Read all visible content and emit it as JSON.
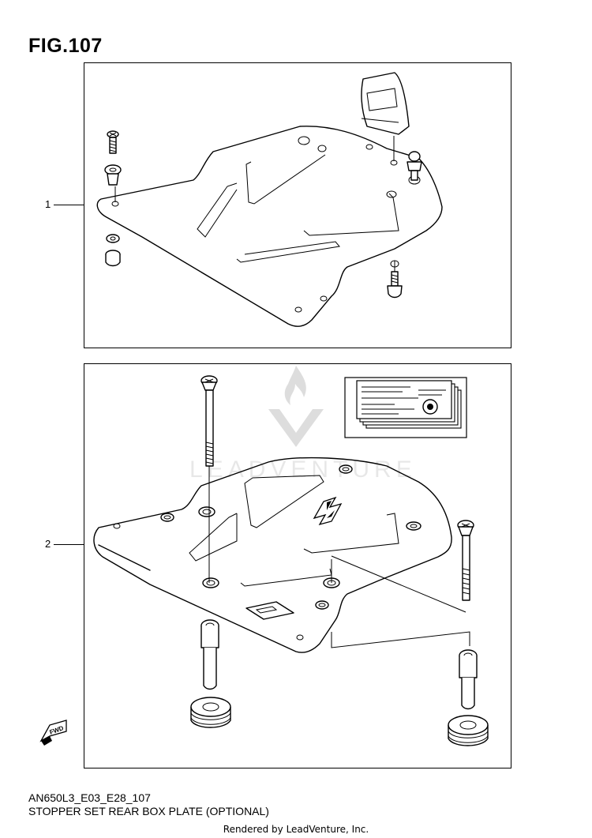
{
  "figure": {
    "title": "FIG.107"
  },
  "callouts": [
    {
      "number": "1"
    },
    {
      "number": "2"
    }
  ],
  "model_code": "AN650L3_E03_E28_107",
  "caption": "STOPPER SET REAR BOX PLATE (OPTIONAL)",
  "footer": "Rendered by LeadVenture, Inc.",
  "watermark": {
    "text": "LEADVENTURE"
  },
  "icons": {
    "fwd_arrow": "fwd-arrow-icon",
    "brand_logo": "suzuki-logo-icon",
    "watermark_logo": "leadventure-logo-icon"
  }
}
